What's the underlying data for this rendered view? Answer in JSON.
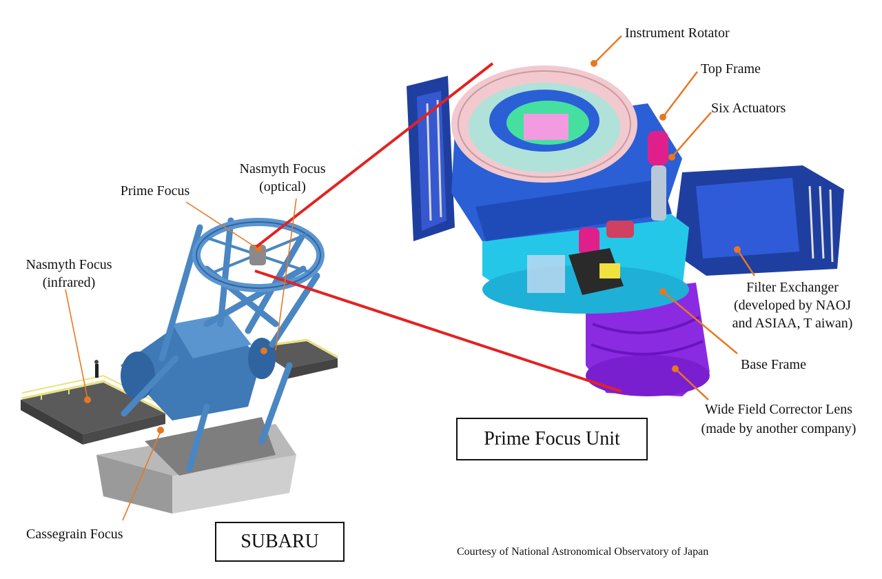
{
  "labels": {
    "prime_focus": "Prime Focus",
    "nasmyth_optical_1": "Nasmyth Focus",
    "nasmyth_optical_2": "(optical)",
    "nasmyth_infrared_1": "Nasmyth Focus",
    "nasmyth_infrared_2": "(infrared)",
    "cassegrain": "Cassegrain Focus",
    "instrument_rotator": "Instrument Rotator",
    "top_frame": "Top Frame",
    "six_actuators": "Six Actuators",
    "filter_exchanger_1": "Filter Exchanger",
    "filter_exchanger_2": "(developed by NAOJ",
    "filter_exchanger_3": "and ASIAA, T aiwan)",
    "base_frame": "Base Frame",
    "wfc_1": "Wide Field Corrector Lens",
    "wfc_2": "(made by another company)"
  },
  "boxes": {
    "subaru": "SUBARU",
    "prime_focus_unit": "Prime Focus Unit"
  },
  "credit": "Courtesy of National Astronomical Observatory of Japan",
  "colors": {
    "leader": "#e87722",
    "zoom_line": "#e32222",
    "telescope_blue": "#4a86c2",
    "platform_gray": "#5a5a5a",
    "railing_yellow": "#e8e27a",
    "unit_blue": "#2a5fd6",
    "unit_cyan": "#25c7e8",
    "unit_purple": "#8a2be2",
    "rotator_pink": "#f2c9cf"
  }
}
